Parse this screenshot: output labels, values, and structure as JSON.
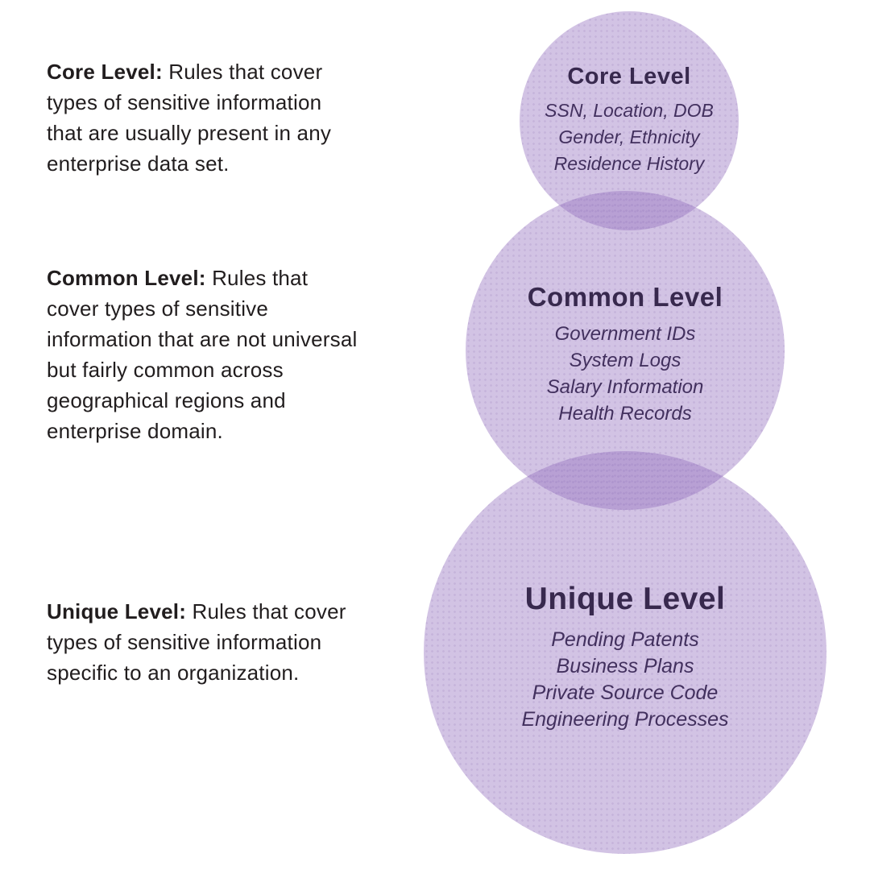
{
  "descriptions": [
    {
      "label": "Core Level:",
      "text": "Rules that cover types of sensitive information that are usually present in any enterprise data set."
    },
    {
      "label": "Common Level:",
      "text": "Rules that cover types of sensitive information that are not universal but fairly common across geographical regions and enterprise domain."
    },
    {
      "label": "Unique Level:",
      "text": "Rules that cover types of sensitive information specific to an organization."
    }
  ],
  "circles": [
    {
      "title": "Core Level",
      "items": [
        "SSN, Location, DOB",
        "Gender, Ethnicity",
        "Residence History"
      ]
    },
    {
      "title": "Common Level",
      "items": [
        "Government IDs",
        "System Logs",
        "Salary Information",
        "Health Records"
      ]
    },
    {
      "title": "Unique Level",
      "items": [
        "Pending Patents",
        "Business Plans",
        "Private Source Code",
        "Engineering Processes"
      ]
    }
  ],
  "colors": {
    "background": "#ffffff",
    "body_text": "#211d1e",
    "title_text": "#38294e",
    "item_text": "#42305e",
    "circle_fill": "rgba(148,112,190,0.42)"
  }
}
